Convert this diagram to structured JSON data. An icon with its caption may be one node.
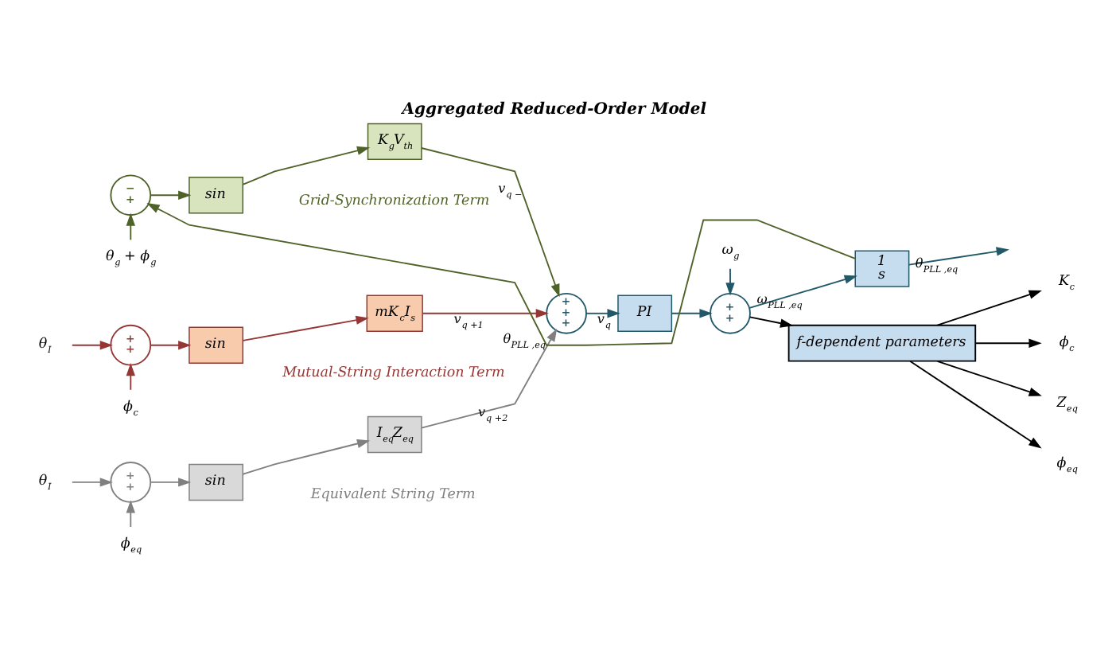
{
  "diagram": {
    "title": "Aggregated Reduced-Order Model",
    "nodes": [
      {
        "text": [
          "−",
          "+"
        ]
      },
      {
        "text": [
          "sin"
        ]
      },
      {
        "text": [
          "K$_{g}$V$_{th}$"
        ]
      },
      {
        "text": [
          "θ$_{g}$ + ϕ$_{g}$"
        ]
      },
      {
        "text": [
          "θ$_{I}$"
        ]
      },
      {
        "text": [
          "+",
          "+"
        ]
      },
      {
        "text": [
          "sin"
        ]
      },
      {
        "text": [
          "mK$_{c}$I$_{s}$"
        ]
      },
      {
        "text": [
          "ϕ$_{c}$"
        ]
      },
      {
        "text": [
          "θ$_{I}$"
        ]
      },
      {
        "text": [
          "+",
          "+"
        ]
      },
      {
        "text": [
          "sin"
        ]
      },
      {
        "text": [
          "I$_{eq}$Z$_{eq}$"
        ]
      },
      {
        "text": [
          "ϕ$_{eq}$"
        ]
      },
      {
        "text": [
          "+",
          "+",
          "+"
        ]
      },
      {
        "text": [
          "PI"
        ]
      },
      {
        "text": [
          "ω$_{g}$"
        ]
      },
      {
        "text": [
          "+",
          "+"
        ]
      },
      {
        "text": [
          "1",
          "s"
        ]
      },
      {
        "text": [
          "f-dependent parameters"
        ]
      },
      {
        "text": [
          "K$_{c}$"
        ]
      },
      {
        "text": [
          "ϕ$_{c}$"
        ]
      },
      {
        "text": [
          "Z$_{eq}$"
        ]
      },
      {
        "text": [
          "ϕ$_{eq}$"
        ]
      }
    ],
    "edges": [
      {
        "from": 18,
        "to": 0,
        "arrow": "to",
        "label": "θ$_{PLL ,eq}$",
        "color": "#4f6228"
      },
      {
        "from": 3,
        "to": 0,
        "arrow": "to",
        "color": "#4f6228"
      },
      {
        "from": 0,
        "to": 1,
        "arrow": "to",
        "color": "#4f6228"
      },
      {
        "from": 1,
        "to": 2,
        "arrow": "to",
        "color": "#4f6228"
      },
      {
        "from": 2,
        "to": 14,
        "arrow": "to",
        "label": "v$_{q −}$",
        "color": "#4f6228"
      },
      {
        "from": 4,
        "to": 5,
        "arrow": "to",
        "color": "#953735"
      },
      {
        "from": 8,
        "to": 5,
        "arrow": "to",
        "color": "#953735"
      },
      {
        "from": 5,
        "to": 6,
        "arrow": "to",
        "color": "#953735"
      },
      {
        "from": 6,
        "to": 7,
        "arrow": "to",
        "color": "#953735"
      },
      {
        "from": 7,
        "to": 14,
        "arrow": "to",
        "label": "v$_{q +1}$",
        "color": "#953735"
      },
      {
        "from": 9,
        "to": 10,
        "arrow": "to",
        "color": "#808080"
      },
      {
        "from": 13,
        "to": 10,
        "arrow": "to",
        "color": "#808080"
      },
      {
        "from": 10,
        "to": 11,
        "arrow": "to",
        "color": "#808080"
      },
      {
        "from": 11,
        "to": 12,
        "arrow": "to",
        "color": "#808080"
      },
      {
        "from": 12,
        "to": 14,
        "arrow": "to",
        "label": "v$_{q +2}$",
        "color": "#808080"
      },
      {
        "from": 14,
        "to": 15,
        "arrow": "to",
        "label": "v$_{q}$",
        "color": "#215968"
      },
      {
        "from": 15,
        "to": 17,
        "arrow": "to",
        "color": "#215968"
      },
      {
        "from": 16,
        "to": 17,
        "arrow": "to",
        "color": "#215968"
      },
      {
        "from": 17,
        "to": 18,
        "arrow": "to",
        "label": "ω$_{PLL ,eq}$",
        "color": "#215968"
      },
      {
        "from": 17,
        "to": 19,
        "arrow": "to",
        "color": "#000000"
      },
      {
        "from": 18,
        "to": null,
        "arrow": "to",
        "label": "θ$_{PLL ,eq}$",
        "color": "#215968"
      },
      {
        "from": 19,
        "to": 20,
        "arrow": "to",
        "color": "#000000"
      },
      {
        "from": 19,
        "to": 21,
        "arrow": "to",
        "color": "#000000"
      },
      {
        "from": 19,
        "to": 22,
        "arrow": "to",
        "color": "#000000"
      },
      {
        "from": 19,
        "to": 23,
        "arrow": "to",
        "color": "#000000"
      }
    ],
    "labels": [
      "Grid-Synchronization Term",
      "Mutual-String Interaction Term",
      "Equivalent String Term"
    ]
  }
}
